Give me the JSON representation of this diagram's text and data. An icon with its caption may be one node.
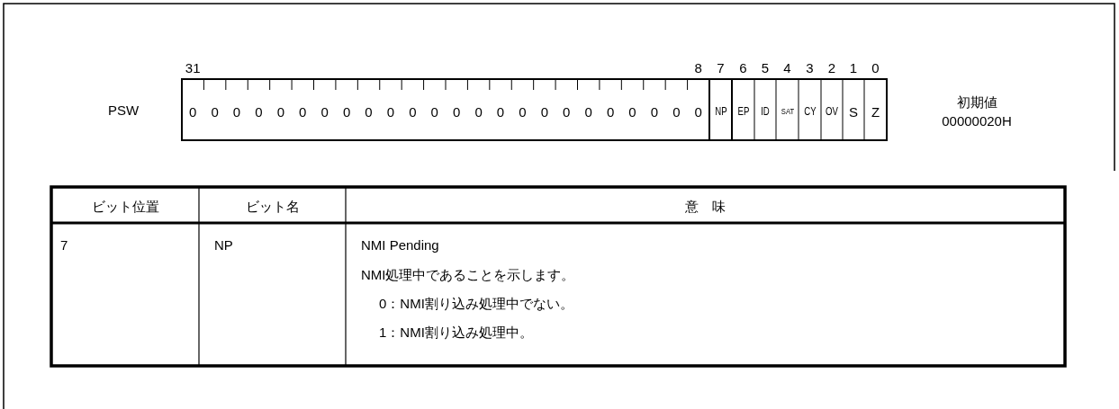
{
  "diagram": {
    "labels": [
      "31",
      "8",
      "7",
      "6",
      "5",
      "4",
      "3",
      "2",
      "1",
      "0",
      "PSW",
      "0",
      "0",
      "0",
      "0",
      "0",
      "0",
      "0",
      "0",
      "0",
      "0",
      "0",
      "0",
      "0",
      "0",
      "0",
      "0",
      "0",
      "0",
      "0",
      "0",
      "0",
      "0",
      "0",
      "0",
      "NP",
      "EP",
      "ID",
      "SAT",
      "CY",
      "OV",
      "S",
      "Z",
      "初期値",
      "00000020H",
      "ビット位置",
      "ビット名",
      "意　味",
      "7",
      "NP",
      "NMI Pending",
      "NMI処理中であることを示します。",
      "0：NMI割り込み処理中でない。",
      "1：NMI割り込み処理中。"
    ]
  }
}
